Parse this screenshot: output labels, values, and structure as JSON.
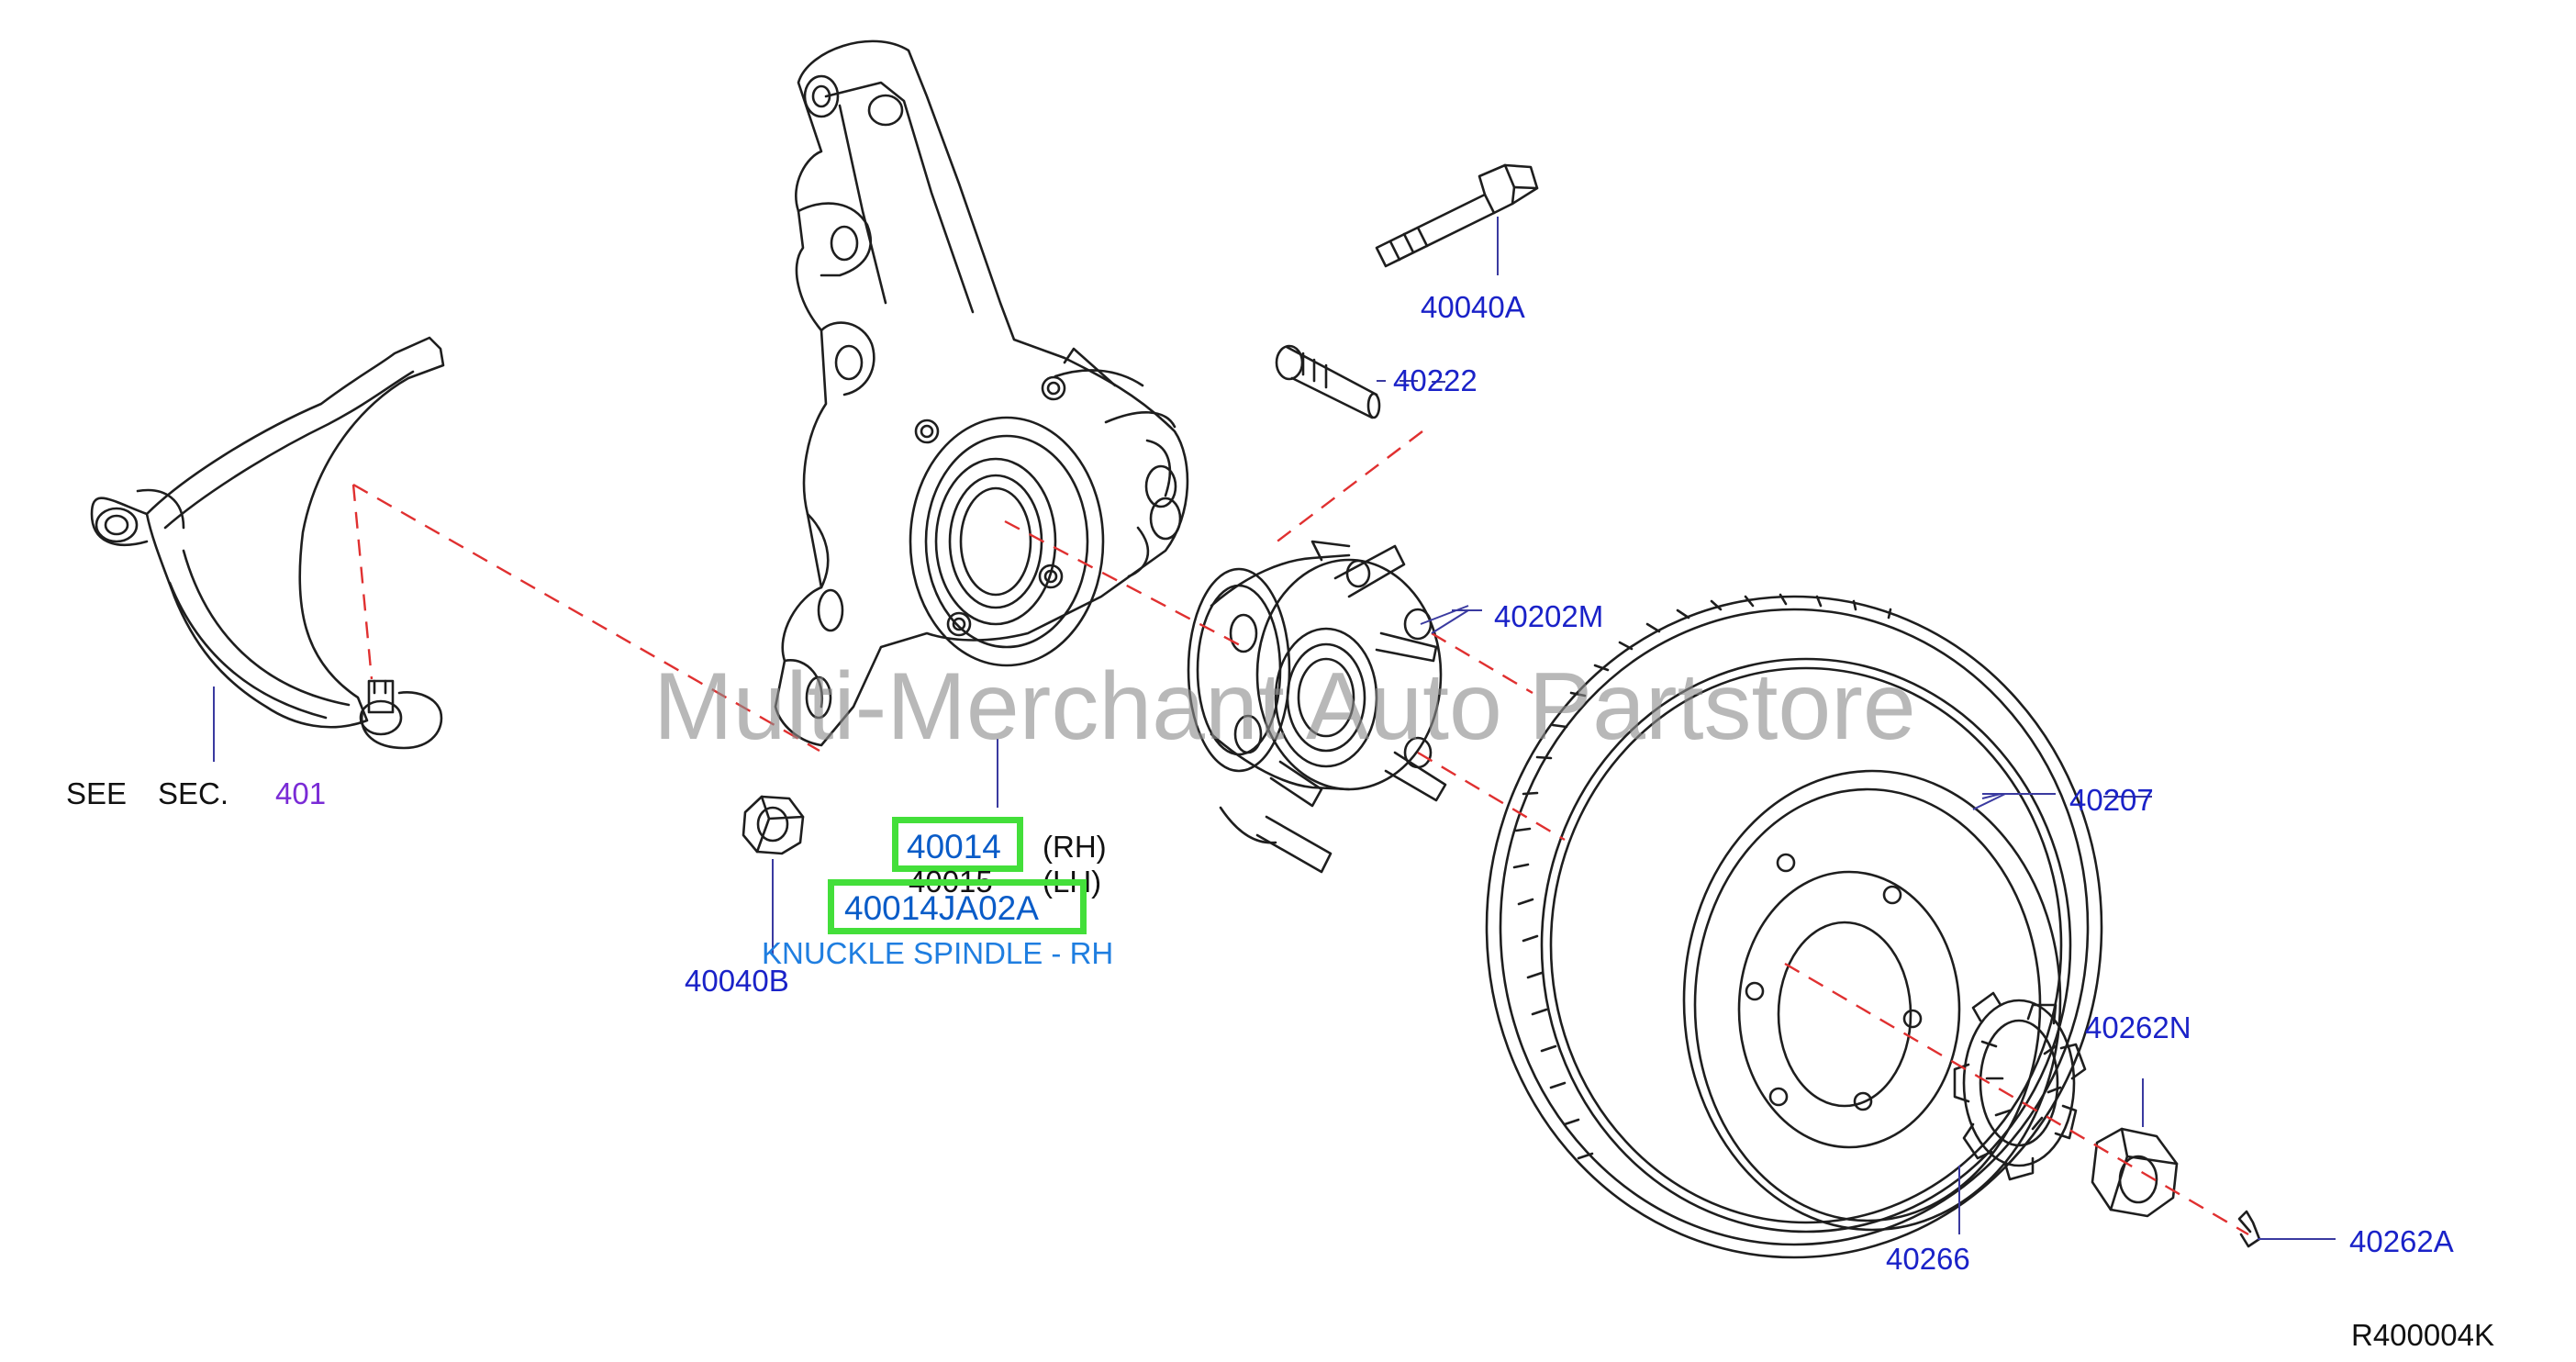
{
  "watermark": "Multi-Merchant Auto Partstore",
  "diagram_code": "R400004K",
  "see_section": {
    "see": "SEE",
    "sec": "SEC.",
    "number": "401"
  },
  "parts": {
    "bolt_40040a": "40040A",
    "stud_40222": "40222",
    "hub_40202m": "40202M",
    "rotor_40207": "40207",
    "knuckle_rh": "40014",
    "knuckle_rh_side": "(RH)",
    "knuckle_lh": "40015",
    "knuckle_lh_side": "(LH)",
    "nut_40040b": "40040B",
    "washer_40262n": "40262N",
    "sensor_ring_40266": "40266",
    "pin_40262a": "40262A"
  },
  "highlight": {
    "part_number": "40014JA02A",
    "description": "KNUCKLE SPINDLE - RH",
    "box_color": "#43df3a"
  },
  "colors": {
    "part_label": "#1a22c8",
    "section_ref": "#7a2bd6",
    "highlight_text": "#0a5cc8",
    "description": "#1f7ee0",
    "leader_dash": "#e03030"
  }
}
